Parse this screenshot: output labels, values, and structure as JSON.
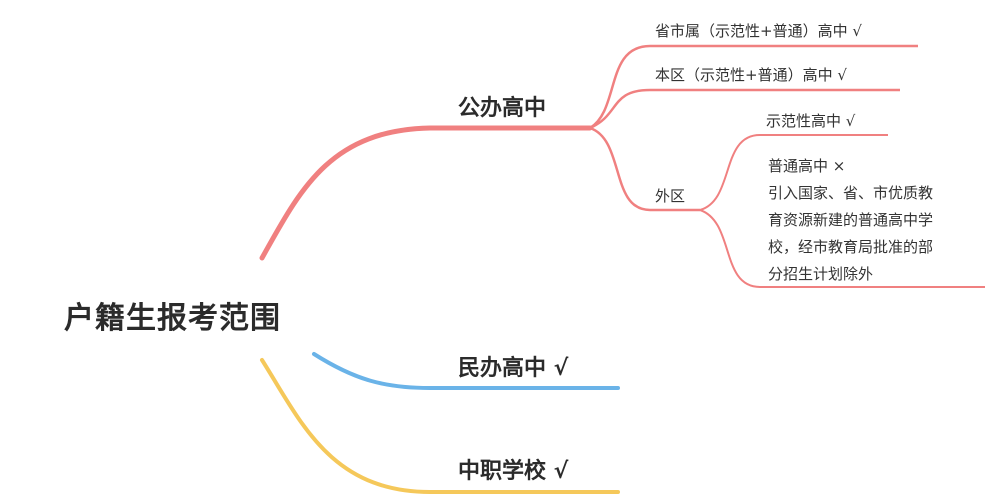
{
  "root": "户籍生报考范围",
  "colors": {
    "red": "#f08080",
    "blue": "#6ab3e8",
    "yellow": "#f5c85a",
    "text": "#333333"
  },
  "branches": {
    "public": {
      "label": "公办高中",
      "children": {
        "city": "省市属（示范性+普通）高中 √",
        "district": "本区（示范性+普通）高中 √",
        "outside": {
          "label": "外区",
          "children": {
            "model": "示范性高中 √",
            "normal_lines": [
              "普通高中 ×",
              "引入国家、省、市优质教",
              "育资源新建的普通高中学",
              "校，经市教育局批准的部",
              "分招生计划除外"
            ]
          }
        }
      }
    },
    "private": {
      "label": "民办高中 √"
    },
    "vocational": {
      "label": "中职学校 √"
    }
  }
}
